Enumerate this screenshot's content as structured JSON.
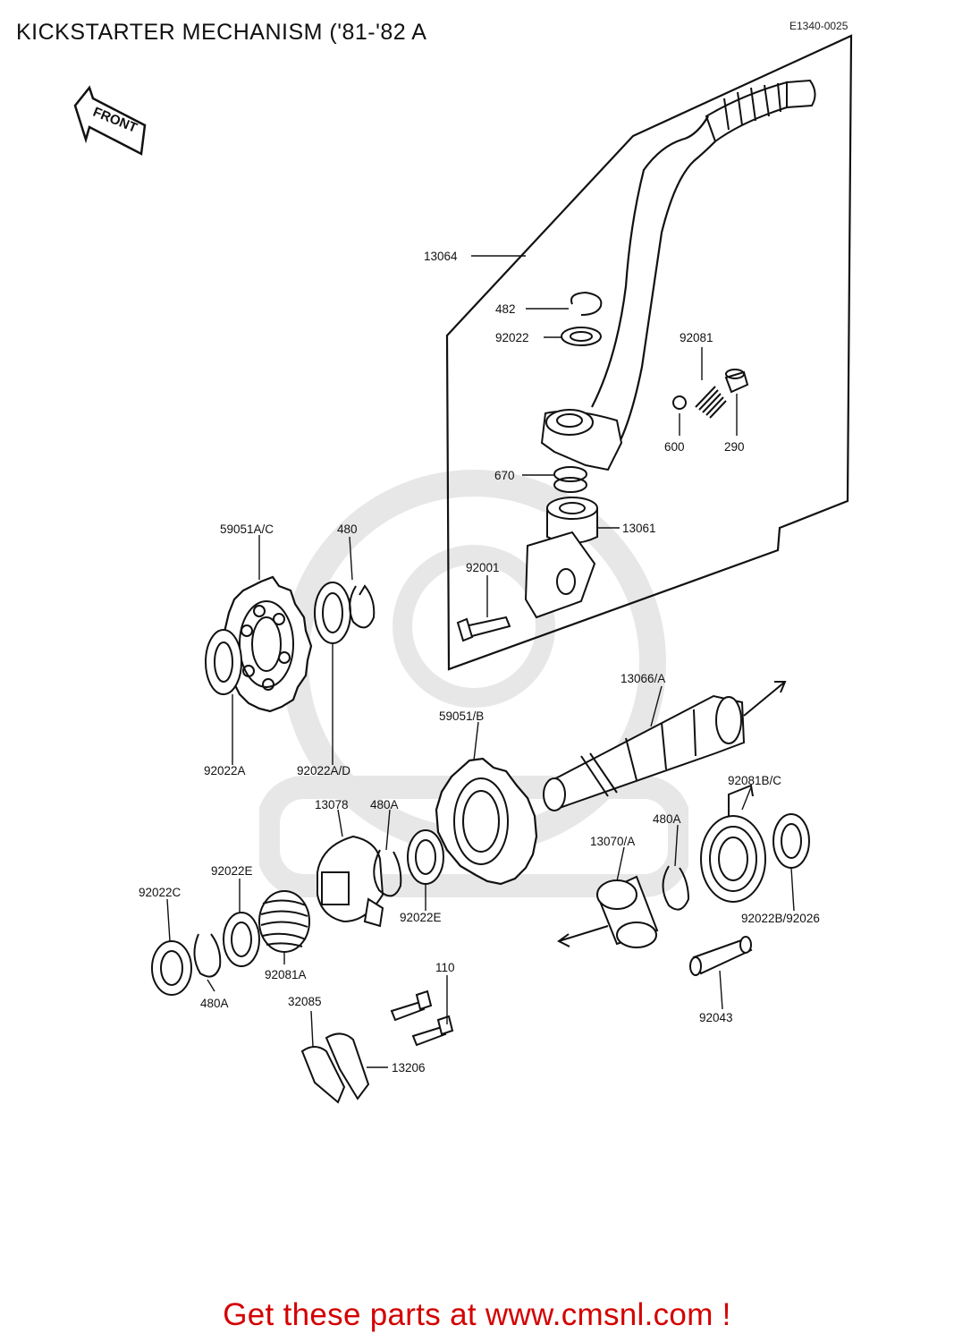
{
  "title": "KICKSTARTER MECHANISM ('81-'82 A",
  "diagram_code": "E1340-0025",
  "front_label": "FRONT",
  "footer": "Get these parts at www.cmsnl.com !",
  "parts": {
    "p13064": "13064",
    "p482": "482",
    "p92022": "92022",
    "p92081": "92081",
    "p600": "600",
    "p290": "290",
    "p670": "670",
    "p13061": "13061",
    "p92001": "92001",
    "p59051ac": "59051A/C",
    "p480": "480",
    "p92022a": "92022A",
    "p92022ad": "92022A/D",
    "p13066a": "13066/A",
    "p59051b": "59051/B",
    "p920818c": "92081B/C",
    "p13078": "13078",
    "p480a_1": "480A",
    "p480a_2": "480A",
    "p480a_3": "480A",
    "p92022e_1": "92022E",
    "p92022e_2": "92022E",
    "p92022c": "92022C",
    "p13070a": "13070/A",
    "p92022b": "92022B/92026",
    "p92081a": "92081A",
    "p110": "110",
    "p32085": "32085",
    "p92043": "92043",
    "p13206": "13206"
  }
}
